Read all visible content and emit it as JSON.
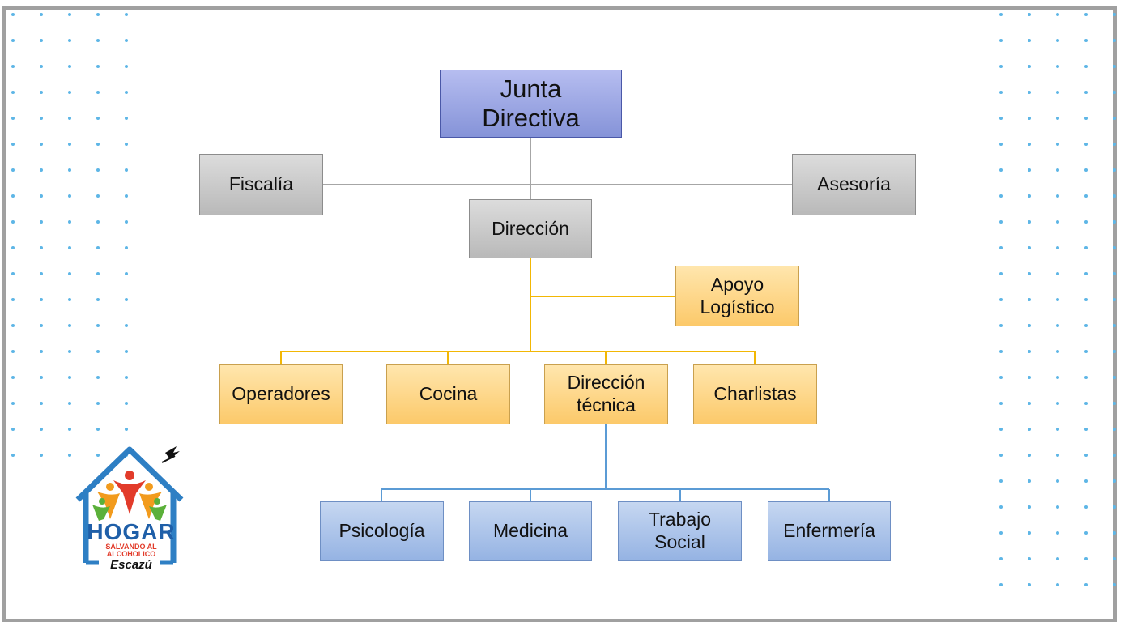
{
  "diagram": {
    "top": {
      "line1": "Junta",
      "line2": "Directiva"
    },
    "fiscalia": "Fiscalía",
    "asesoria": "Asesoría",
    "direccion": "Dirección",
    "apoyo": {
      "line1": "Apoyo",
      "line2": "Logístico"
    },
    "operadores": "Operadores",
    "cocina": "Cocina",
    "direccion_tecnica": {
      "line1": "Dirección",
      "line2": "técnica"
    },
    "charlistas": "Charlistas",
    "psicologia": "Psicología",
    "medicina": "Medicina",
    "trabajo_social": {
      "line1": "Trabajo",
      "line2": "Social"
    },
    "enfermeria": "Enfermería"
  },
  "logo": {
    "word": "HOGAR",
    "tagline1": "SALVANDO AL",
    "tagline2": "ALCOHOLICO",
    "place": "Escazú"
  },
  "colors": {
    "dots": "#5eb6e6",
    "gray_line": "#a6a6a6",
    "yellow_line": "#f2b705",
    "blue_line": "#5b9bd5"
  }
}
